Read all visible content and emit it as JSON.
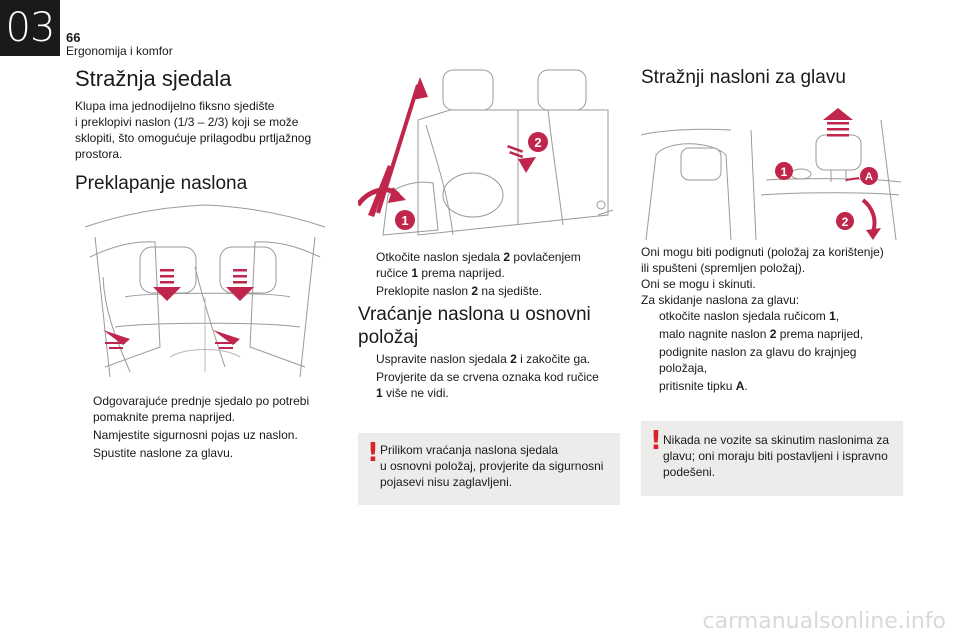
{
  "header": {
    "chapter": "03",
    "page_number": "66",
    "chapter_title": "Ergonomija i komfor"
  },
  "col1": {
    "title": "Stražnja sjedala",
    "intro": [
      "Klupa ima jednodijelno fiksno sjedište",
      "i preklopivi naslon (1/3 – 2/3) koji se može",
      "sklopiti, što omogućuje prilagodbu prtljažnog",
      "prostora."
    ],
    "section_title": "Preklapanje naslona",
    "steps": [
      {
        "lines": [
          "Odgovarajuće prednje sjedalo po potrebi",
          "pomaknite prema naprijed."
        ]
      },
      {
        "lines": [
          "Namjestite sigurnosni pojas uz naslon."
        ]
      },
      {
        "lines": [
          "Spustite naslone za glavu."
        ]
      }
    ]
  },
  "col2": {
    "callout_1": "1",
    "callout_2": "2",
    "fold_step1": {
      "a": "Otkočite naslon sjedala ",
      "b": "2",
      "c": " povlačenjem",
      "d": "ručice ",
      "e": "1",
      "f": " prema naprijed."
    },
    "fold_step2": {
      "a": "Preklopite naslon ",
      "b": "2",
      "c": " na sjedište."
    },
    "section_title_line1": "Vraćanje naslona u osnovni",
    "section_title_line2": "položaj",
    "ret_step1": {
      "a": "Uspravite naslon sjedala ",
      "b": "2",
      "c": " i zakočite ga."
    },
    "ret_step2": {
      "a": "Provjerite da se crvena oznaka kod ručice",
      "b": "1",
      "c": " više ne vidi."
    },
    "note": [
      "Prilikom vraćanja naslona sjedala",
      "u osnovni položaj, provjerite da sigurnosni",
      "pojasevi nisu zaglavljeni."
    ]
  },
  "col3": {
    "title": "Stražnji nasloni za glavu",
    "callout_1": "1",
    "callout_2": "2",
    "callout_a": "A",
    "intro": [
      "Oni mogu biti podignuti (položaj za korištenje)",
      "ili spušteni (spremljen položaj).",
      "Oni se mogu i skinuti.",
      "Za skidanje naslona za glavu:"
    ],
    "step1": {
      "a": "otkočite naslon sjedala ručicom ",
      "b": "1",
      "c": ","
    },
    "step2": {
      "a": "malo nagnite naslon ",
      "b": "2",
      "c": " prema naprijed,"
    },
    "step3": {
      "a": "podignite naslon za glavu do krajnjeg",
      "b": "položaja,"
    },
    "step4": {
      "a": "pritisnite tipku ",
      "b": "A",
      "c": "."
    },
    "note": [
      "Nikada ne vozite sa skinutim naslonima za",
      "glavu; oni moraju biti postavljeni i ispravno",
      "podešeni."
    ]
  },
  "bullet_glyph": "",
  "note_mark": "!",
  "footer": "carmanualsonline.info",
  "colors": {
    "accent_red": "#d8232a",
    "callout_red": "#c0254b",
    "note_bg": "#eeecea"
  }
}
